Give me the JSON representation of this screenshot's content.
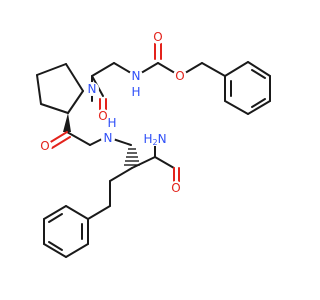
{
  "molecule": {
    "atom_colors": {
      "O": "#e3231c",
      "N": "#3050f8",
      "C": "#1a1a1a"
    },
    "atoms": [
      {
        "id": "ester-o",
        "text": "O",
        "color": "O"
      },
      {
        "id": "carbamate-carbonyl-o",
        "text": "O",
        "color": "O"
      },
      {
        "id": "carbamate-nh",
        "text": "N",
        "color": "N"
      },
      {
        "id": "carbamate-h",
        "text": "H",
        "color": "N"
      },
      {
        "id": "glycyl-carbonyl-o",
        "text": "O",
        "color": "O"
      },
      {
        "id": "proline-n",
        "text": "N",
        "color": "N"
      },
      {
        "id": "proline-carbonyl-o",
        "text": "O",
        "color": "O"
      },
      {
        "id": "amide-nh",
        "text": "N",
        "color": "N"
      },
      {
        "id": "amide-h",
        "text": "H",
        "color": "N"
      },
      {
        "id": "primary-amide-n",
        "text": "H2N",
        "color": "N"
      },
      {
        "id": "primary-amide-o",
        "text": "O",
        "color": "O"
      }
    ]
  }
}
